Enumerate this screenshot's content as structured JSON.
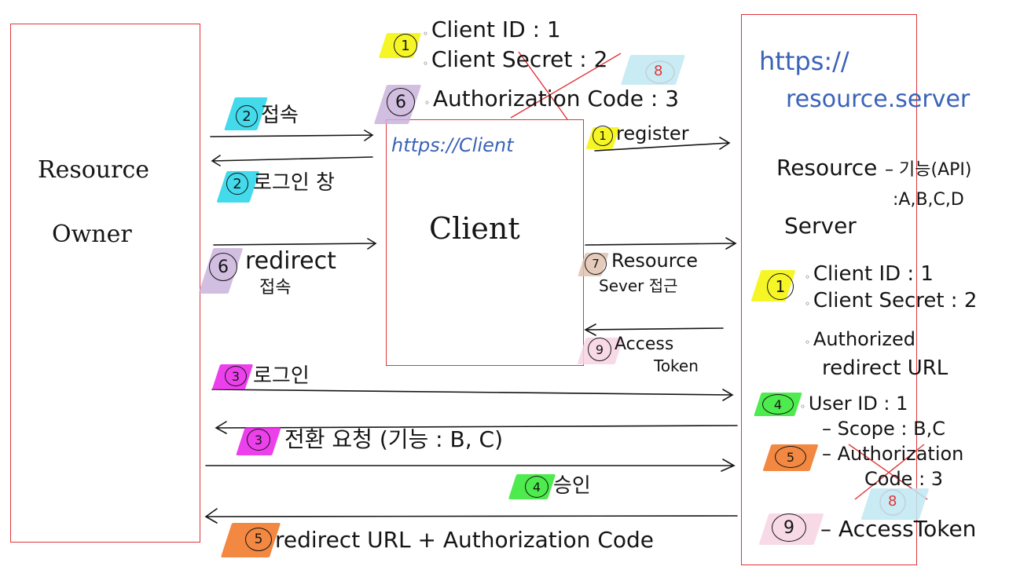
{
  "colors": {
    "box_border": "#e0353a",
    "ink": "#151515",
    "url_blue": "#3a63b8",
    "step1": "#f5f500",
    "step2": "#22d3e8",
    "step3": "#e81ee8",
    "step4": "#2ee82e",
    "step5": "#f07320",
    "step6": "#c9b3dc",
    "step7": "#e0c2b0",
    "step8": "#bfe8f2",
    "step9": "#f7d3e3"
  },
  "owner": {
    "line1": "Resource",
    "line2": "Owner"
  },
  "client": {
    "url": "https://Client",
    "label": "Client"
  },
  "server": {
    "url_line1": "https://",
    "url_line2": "resource.server",
    "title_line1": "Resource",
    "title_line2": "Server",
    "api_line1": "기능(API)",
    "api_line2": ":A,B,C,D",
    "client_id": "Client ID : 1",
    "client_secret": "Client Secret : 2",
    "auth_redirect_line1": "Authorized",
    "auth_redirect_line2": "redirect URL",
    "user_id": "User ID : 1",
    "scope": "Scope : B,C",
    "auth_code_line1": "Authorization",
    "auth_code_line2": "Code : 3",
    "access_token": "AccessToken",
    "step_1": "1",
    "step_4": "4",
    "step_5": "5",
    "step_8": "8",
    "step_9": "9"
  },
  "client_info": {
    "client_id": "Client ID : 1",
    "client_secret": "Client Secret : 2",
    "auth_code": "Authorization Code : 3",
    "step_1": "1",
    "step_6": "6",
    "step_8": "8"
  },
  "arrows": {
    "s2_connect": "접속",
    "s2_login_window": "로그인 창",
    "s6_redirect": "redirect",
    "s6_connect": "접속",
    "s1_register": "register",
    "s7_resource_line1": "Resource",
    "s7_resource_line2": "Sever 접근",
    "s9_access_line1": "Access",
    "s9_access_line2": "Token",
    "s3_login": "로그인",
    "s3_consent": "전환 요청 (기능 : B, C)",
    "s4_approve": "승인",
    "s5_redirect": "redirect URL + Authorization Code",
    "n1": "1",
    "n2": "2",
    "n3": "3",
    "n4": "4",
    "n5": "5",
    "n6": "6",
    "n7": "7",
    "n9": "9"
  }
}
